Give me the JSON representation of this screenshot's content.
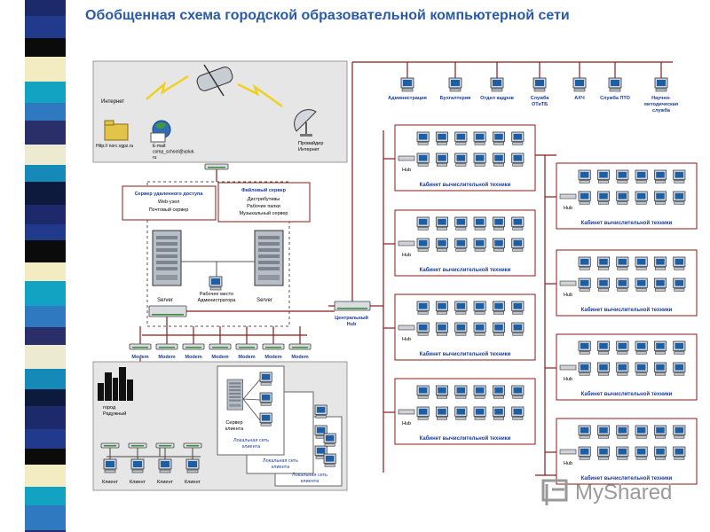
{
  "title": "Обобщенная схема городской образовательной компьютерной сети",
  "internet": {
    "label": "Интернет",
    "site": "Http:// norc.vgpz.ru",
    "email": [
      "E-mail:",
      "comp_school@vpluk.",
      "ru"
    ],
    "provider": [
      "Провайдер",
      "Интернет"
    ]
  },
  "servers": {
    "remote_access": [
      "Сервер удаленного доступа",
      "Web-узел",
      "Почтовый сервер"
    ],
    "file_server": [
      "Файловый сервер",
      "Дистрибутивы",
      "Рабочие папки",
      "Музыкальный сервер"
    ],
    "server_label": "Server",
    "admin_workplace": [
      "Рабочее место",
      "Администратора"
    ]
  },
  "central_hub": [
    "Центральный",
    "Hub"
  ],
  "modem_label": "Modem",
  "modem_count": 7,
  "departments": [
    [
      "Администрация"
    ],
    [
      "Бухгалтерия"
    ],
    [
      "Отдел кадров"
    ],
    [
      "Служба",
      "ОТиТБ"
    ],
    [
      "АХЧ"
    ],
    [
      "Служба ПТО"
    ],
    [
      "Научно-",
      "методическая",
      "служба"
    ]
  ],
  "lab": {
    "title": "Кабинет вычислительной техники",
    "hub_label": "Hub",
    "count": 8
  },
  "city": {
    "label": [
      "город",
      "Радужный"
    ],
    "client_label": "Клиент",
    "client_count": 4,
    "client_server": [
      "Сервер",
      "клиента"
    ],
    "local_net": [
      "Локальная сеть",
      "клиента"
    ]
  },
  "watermark": "MyShared"
}
